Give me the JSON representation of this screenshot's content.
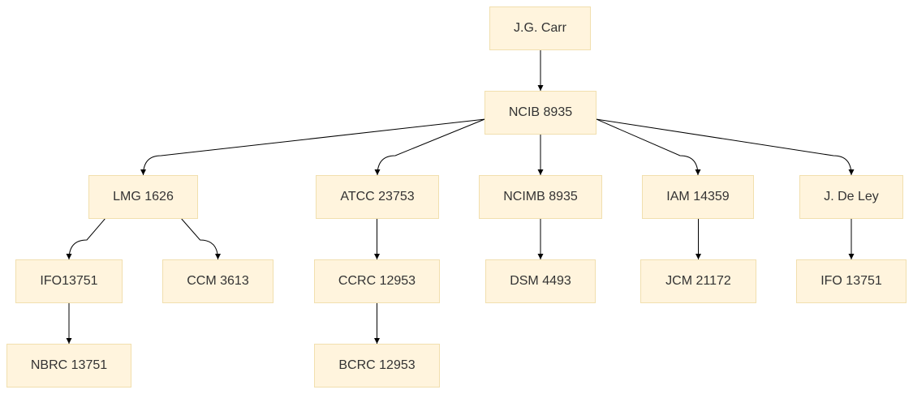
{
  "nodes": {
    "carr": "J.G. Carr",
    "ncib": "NCIB 8935",
    "lmg": "LMG 1626",
    "atcc": "ATCC 23753",
    "ncimb": "NCIMB 8935",
    "iam": "IAM 14359",
    "deley": "J. De Ley",
    "ifo13751a": "IFO13751",
    "ccm": "CCM 3613",
    "ccrc": "CCRC 12953",
    "dsm": "DSM 4493",
    "jcm": "JCM 21172",
    "ifo13751b": "IFO 13751",
    "nbrc": "NBRC 13751",
    "bcrc": "BCRC 12953"
  },
  "edges": [
    [
      "carr",
      "ncib"
    ],
    [
      "ncib",
      "lmg"
    ],
    [
      "ncib",
      "atcc"
    ],
    [
      "ncib",
      "ncimb"
    ],
    [
      "ncib",
      "iam"
    ],
    [
      "ncib",
      "deley"
    ],
    [
      "lmg",
      "ifo13751a"
    ],
    [
      "lmg",
      "ccm"
    ],
    [
      "atcc",
      "ccrc"
    ],
    [
      "ncimb",
      "dsm"
    ],
    [
      "iam",
      "jcm"
    ],
    [
      "deley",
      "ifo13751b"
    ],
    [
      "ifo13751a",
      "nbrc"
    ],
    [
      "ccrc",
      "bcrc"
    ]
  ],
  "colors": {
    "node_fill": "#fff4dd",
    "node_border": "#f1dfae",
    "edge": "#000000",
    "text": "#333333"
  }
}
